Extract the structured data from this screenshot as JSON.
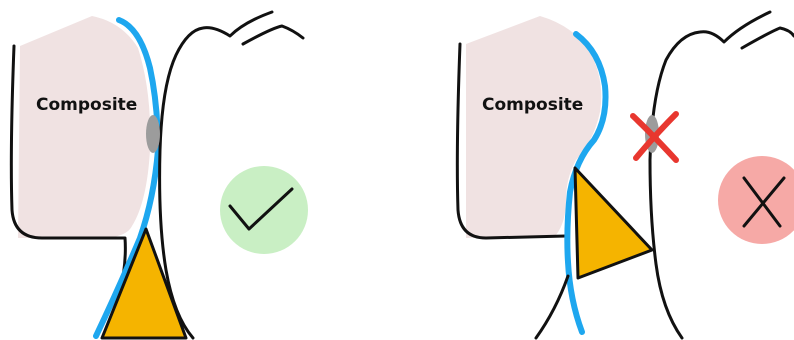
{
  "panels": [
    {
      "label": "Composite",
      "result": "correct"
    },
    {
      "label": "Composite",
      "result": "incorrect"
    }
  ],
  "colors": {
    "composite_fill": "#f0e2e2",
    "matrix_band": "#1ea7ef",
    "wedge": "#f5b400",
    "contact_point": "#9c9c9c",
    "tooth_outline": "#111111",
    "check_bg": "#c9efc4",
    "cross_bg": "#f6a9a6",
    "red_cross": "#e8372f"
  },
  "icons": {
    "correct": "check-icon",
    "incorrect": "x-icon",
    "no_contact_marker": "red-x-icon"
  }
}
